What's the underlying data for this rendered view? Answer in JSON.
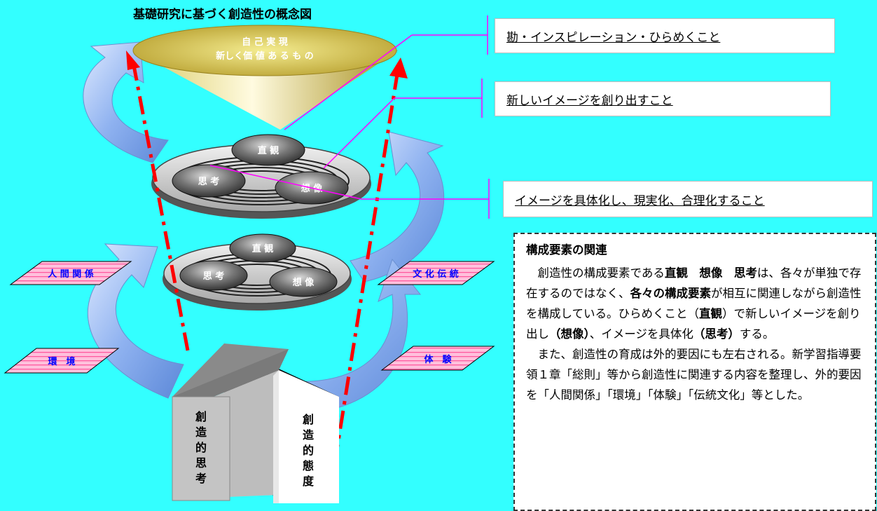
{
  "title": "基礎研究に基づく創造性の概念図",
  "funnel": {
    "line1": "自 己 実 現",
    "line2": "新しく価 値 あ る も の"
  },
  "disk_upper": {
    "chokkan": "直 観",
    "shikou": "思 考",
    "souzou": "想 像"
  },
  "disk_lower": {
    "chokkan": "直 観",
    "shikou": "思 考",
    "souzou": "想 像"
  },
  "factors": {
    "ningen_kankei": "人 間 関 係",
    "bunka_dentou": "文 化 伝 統",
    "kankyou": "環　境",
    "taiken": "体　験"
  },
  "blocks": {
    "left": [
      "創",
      "造",
      "的",
      "思",
      "考"
    ],
    "right": [
      "創",
      "造",
      "的",
      "態",
      "度"
    ]
  },
  "callouts": {
    "c1": "勘・インスピレーション・ひらめくこと",
    "c2": "新しいイメージを創り出すこと",
    "c3": "イメージを具体化し、現実化、合理化すること"
  },
  "description": {
    "heading": "構成要素の関連",
    "p1_a": "創造性の構成要素である",
    "p1_b": "直観　想像　思考",
    "p1_c": "は、各々が単独で存在するのではなく、",
    "p1_d": "各々の構成要素",
    "p1_e": "が相互に関連しながら創造性を構成している。ひらめくこと（",
    "p1_f": "直観",
    "p1_g": "）で新しいイメージを創り出し",
    "p1_h": "（想像）",
    "p1_i": "、イメージを具体化",
    "p1_j": "（思考）",
    "p1_k": "する。",
    "p2": "また、創造性の育成は外的要因にも左右される。新学習指導要領１章「総則」等から創造性に関連する内容を整理し、外的要因を「人間関係」「環境」「体験」「伝統文化」等とした。"
  },
  "colors": {
    "background": "#33ffff",
    "funnel": "#c8b640",
    "arrow_blue": "#8fb2f0",
    "red_dashes": "#ff0000",
    "magenta_lines": "#ff00ff",
    "factor_pink": "#ffb3d1",
    "factor_text": "#0000ff"
  },
  "icons": [
    "circular-arrow-icon",
    "red-arrowhead-icon"
  ]
}
